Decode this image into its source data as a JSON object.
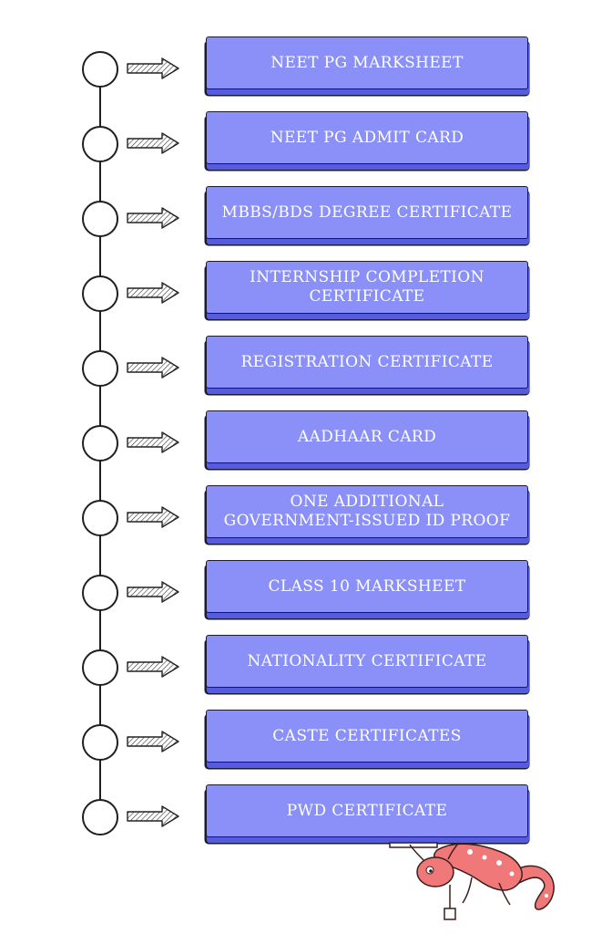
{
  "documents": [
    {
      "label": "NEET PG MARKSHEET"
    },
    {
      "label": "NEET PG ADMIT CARD"
    },
    {
      "label": "MBBS/BDS DEGREE CERTIFICATE"
    },
    {
      "label": "INTERNSHIP COMPLETION CERTIFICATE"
    },
    {
      "label": "REGISTRATION CERTIFICATE"
    },
    {
      "label": "AADHAAR CARD"
    },
    {
      "label": "ONE ADDITIONAL\nGOVERNMENT-ISSUED ID PROOF"
    },
    {
      "label": "CLASS 10 MARKSHEET"
    },
    {
      "label": "NATIONALITY CERTIFICATE"
    },
    {
      "label": "CASTE CERTIFICATES"
    },
    {
      "label": "PWD CERTIFICATE"
    }
  ],
  "colors": {
    "box_fill": "#8a90f7",
    "box_shadow": "#565ce0",
    "outline": "#1f1f1f",
    "mascot": "#f07878"
  },
  "icons": {
    "connector": "hatched-arrow-icon",
    "node": "circle-node",
    "mascot": "salamander-mascot-icon"
  }
}
